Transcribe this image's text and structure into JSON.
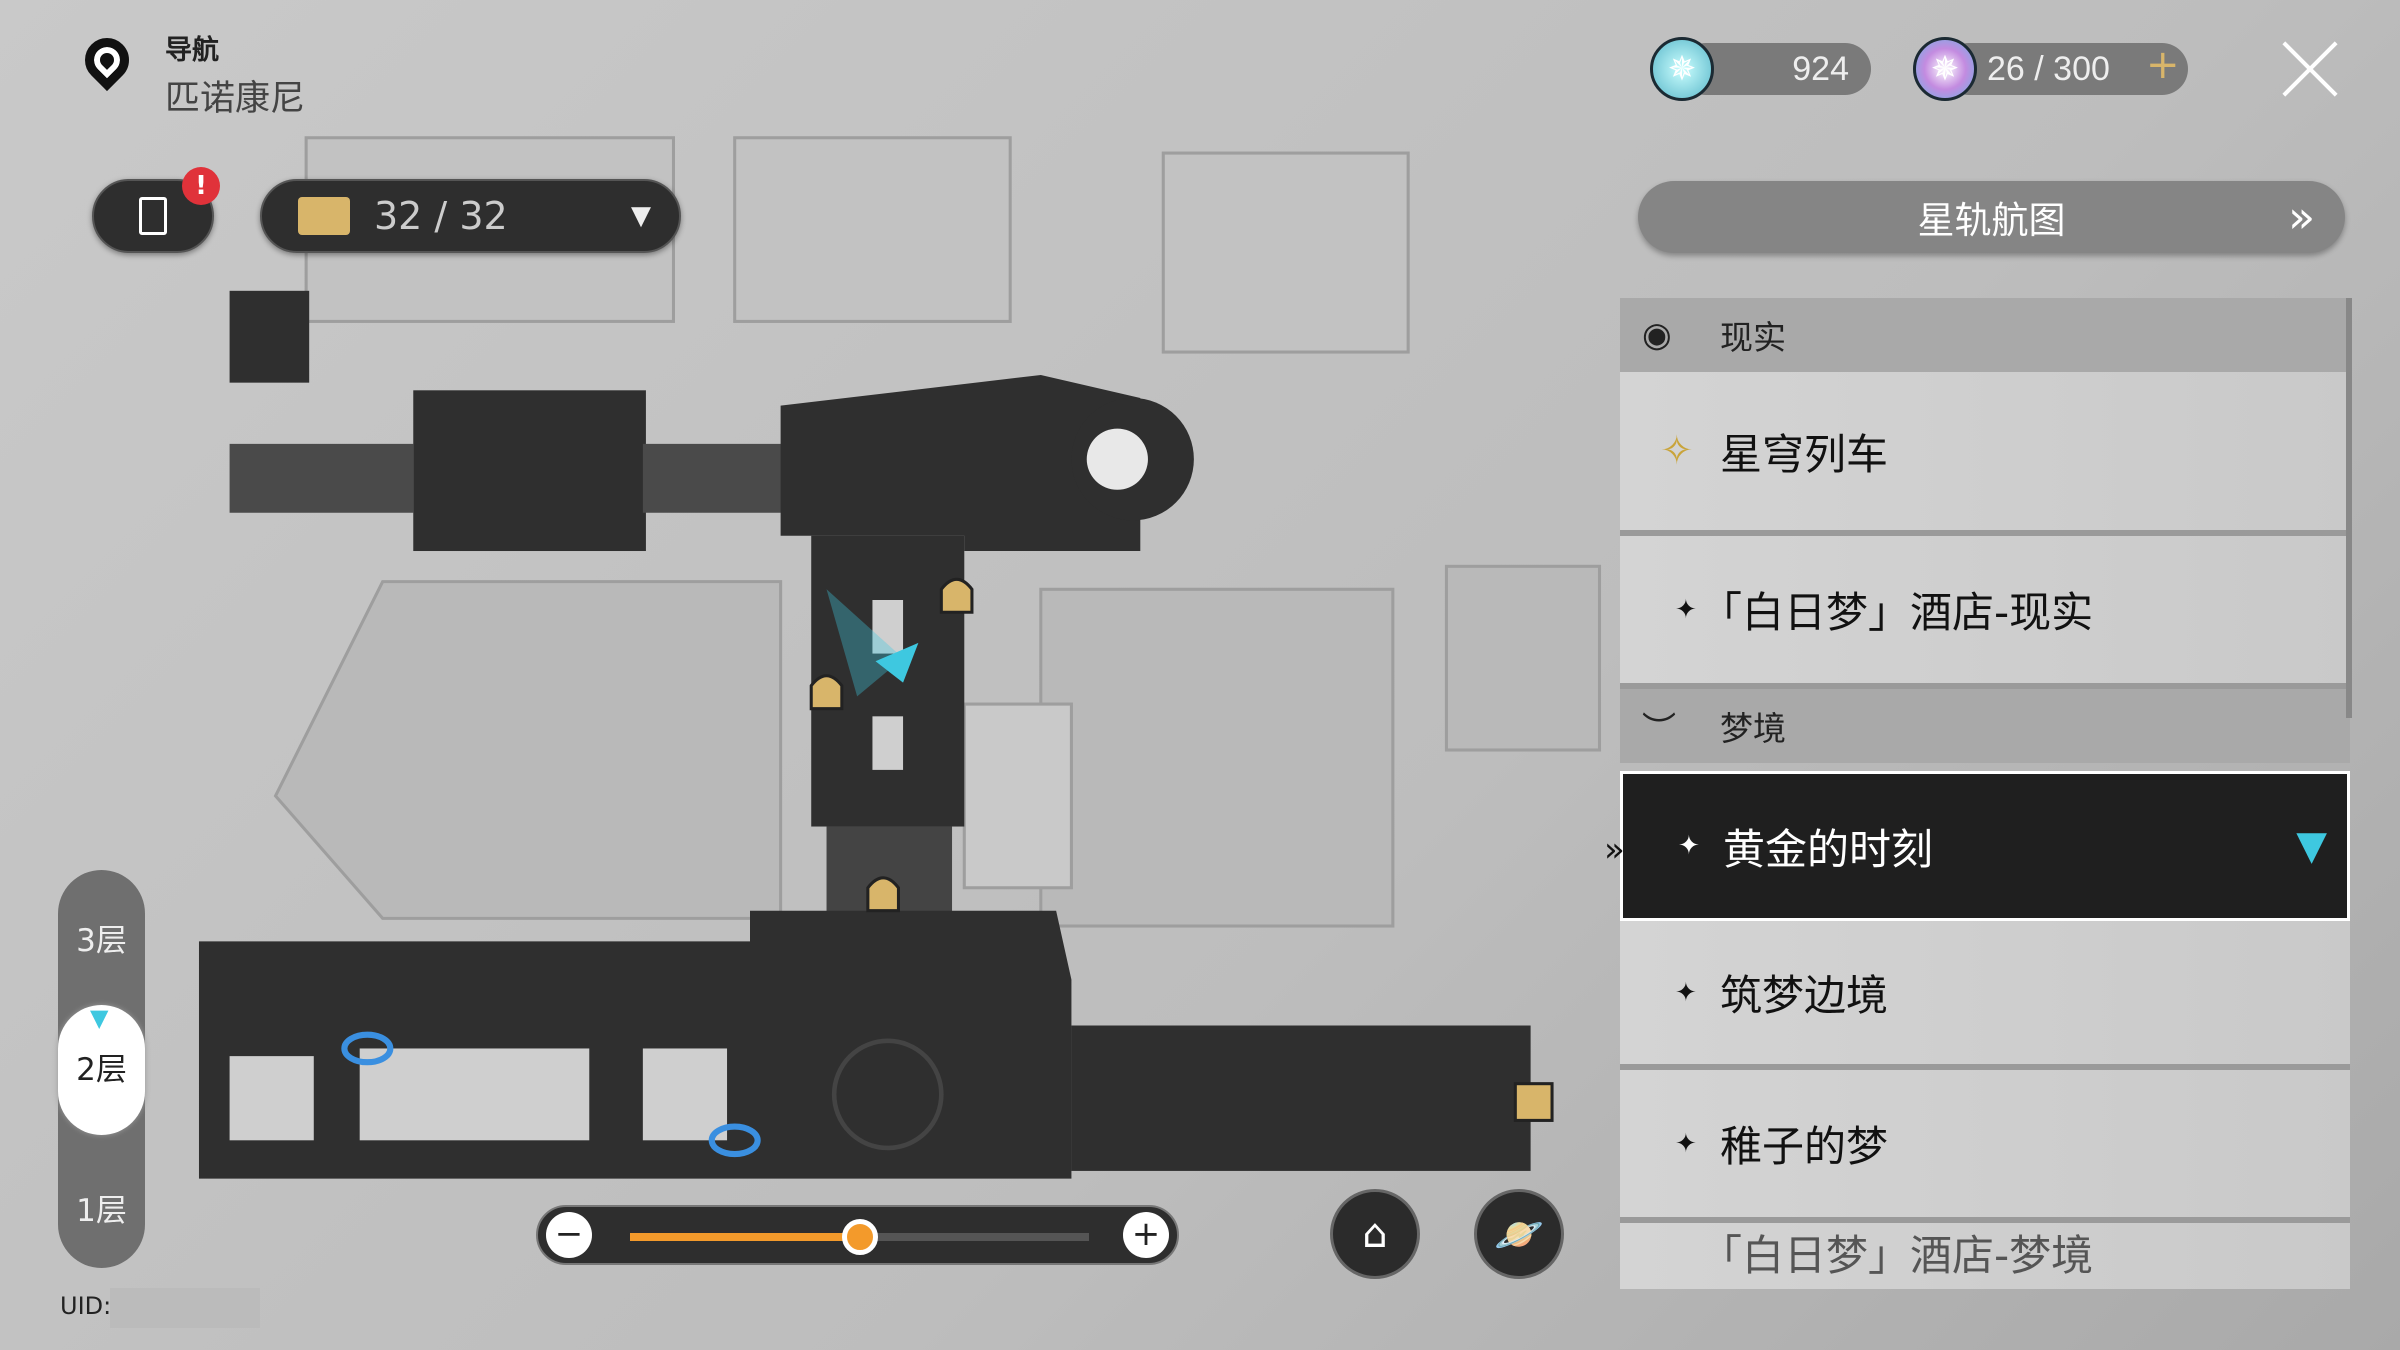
{
  "header": {
    "label": "导航",
    "region": "匹诺康尼",
    "pin_icon": "map-pin-icon"
  },
  "mission": {
    "icon": "mission-clipboard-icon",
    "alert": "!"
  },
  "chest": {
    "icon": "treasure-chest-icon",
    "count": "32 / 32"
  },
  "currency": [
    {
      "icon": "stellar-jade-icon",
      "value": "924"
    },
    {
      "icon": "trailblaze-power-icon",
      "value": "26 / 300",
      "add": "+"
    }
  ],
  "star_rail_map": {
    "label": "星轨航图",
    "chevron": "»"
  },
  "panel": {
    "sections": [
      {
        "label": "现实",
        "icon": "eye-icon",
        "items": [
          {
            "label": "星穹列车"
          },
          {
            "label": "「白日梦」酒店-现实"
          }
        ]
      },
      {
        "label": "梦境",
        "icon": "dream-icon",
        "items": [
          {
            "label": "黄金的时刻",
            "selected": true
          },
          {
            "label": "筑梦边境"
          },
          {
            "label": "稚子的梦"
          },
          {
            "label": "「白日梦」酒店-梦境"
          }
        ]
      }
    ]
  },
  "floors": [
    {
      "label": "3层"
    },
    {
      "label": "2层",
      "selected": true
    },
    {
      "label": "1层"
    }
  ],
  "uid": {
    "label": "UID:"
  },
  "zoom": {
    "level": 0.5,
    "minus": "−",
    "plus": "+"
  },
  "colors": {
    "accent": "#f39a2b",
    "player": "#3ec8e0",
    "marker": "#d8b56a",
    "teleport": "#3a8fe0",
    "alert": "#e0323a"
  }
}
